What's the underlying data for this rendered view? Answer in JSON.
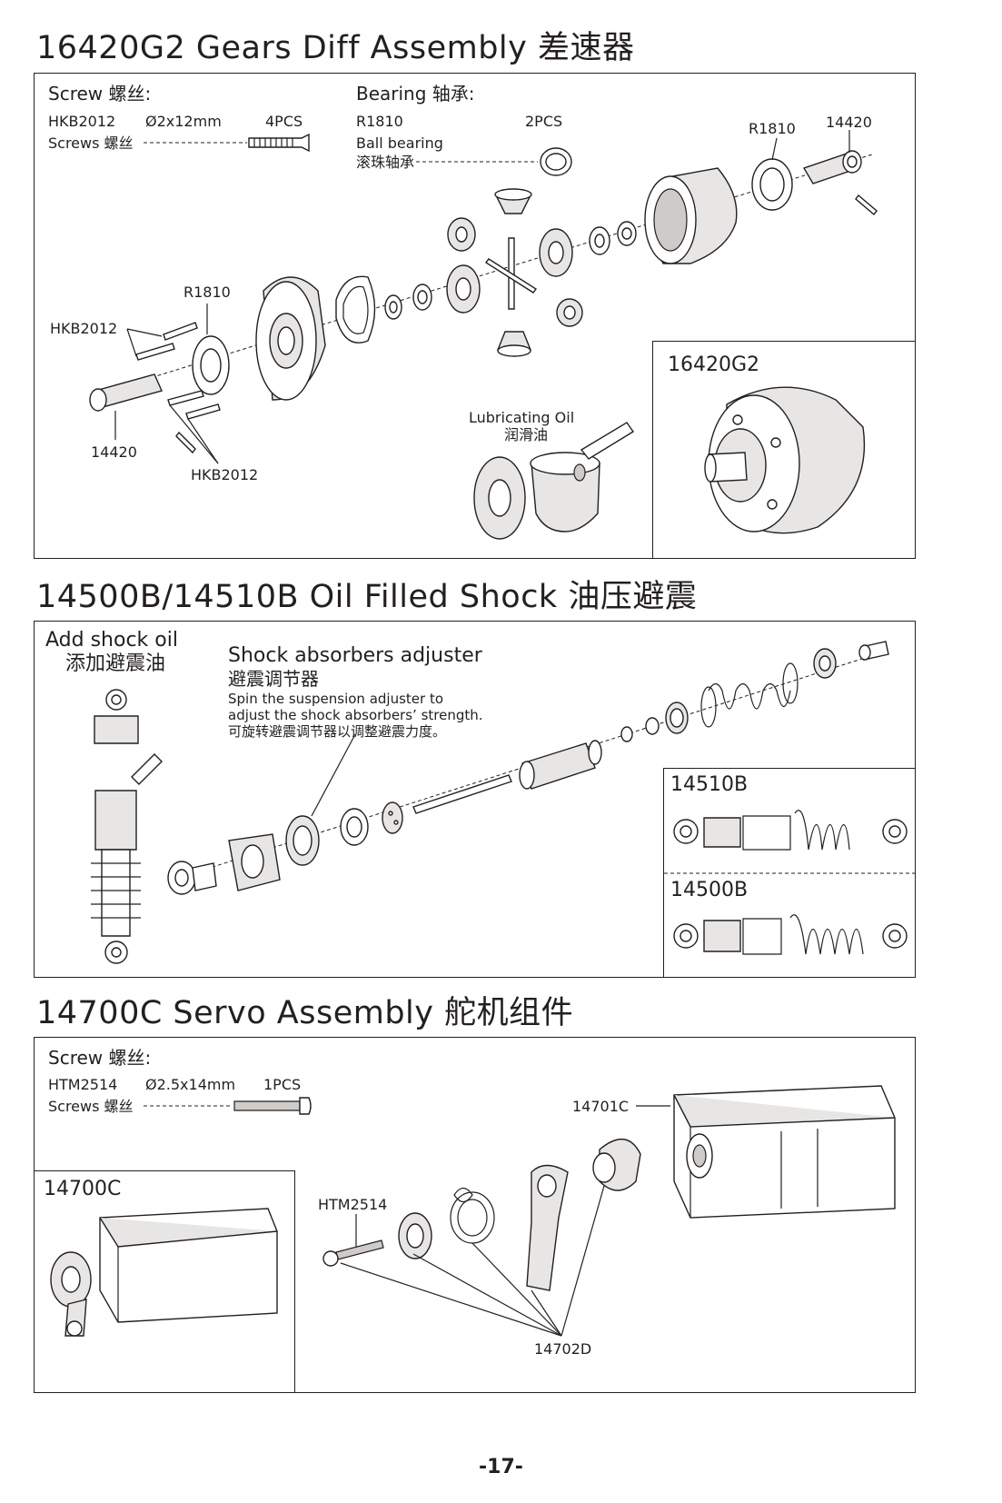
{
  "sections": {
    "diff": {
      "title": "16420G2 Gears Diff Assembly 差速器",
      "screw_header": "Screw 螺丝:",
      "screw_code": "HKB2012",
      "screw_size": "Ø2x12mm",
      "screw_qty": "4PCS",
      "screw_label": "Screws 螺丝",
      "bearing_header": "Bearing 轴承:",
      "bearing_code": "R1810",
      "bearing_qty": "2PCS",
      "bearing_label_en": "Ball bearing",
      "bearing_label_cn": "滚珠轴承",
      "callouts": {
        "r1810_top": "R1810",
        "p14420_top": "14420",
        "r1810_left": "R1810",
        "hkb_left": "HKB2012",
        "p14420_bottom": "14420",
        "hkb_bottom": "HKB2012",
        "oil_en": "Lubricating Oil",
        "oil_cn": "润滑油"
      },
      "inset_label": "16420G2"
    },
    "shock": {
      "title": "14500B/14510B Oil Filled Shock 油压避震",
      "add_oil_en": "Add shock oil",
      "add_oil_cn": "添加避震油",
      "adjuster_en": "Shock absorbers adjuster",
      "adjuster_cn": "避震调节器",
      "adjuster_desc1": "Spin the suspension adjuster to",
      "adjuster_desc2": "adjust the shock absorbers’ strength.",
      "adjuster_desc3": "可旋转避震调节器以调整避震力度。",
      "variant_a": "14510B",
      "variant_b": "14500B"
    },
    "servo": {
      "title": "14700C Servo Assembly 舵机组件",
      "screw_header": "Screw 螺丝:",
      "screw_code": "HTM2514",
      "screw_size": "Ø2.5x14mm",
      "screw_qty": "1PCS",
      "screw_label": "Screws 螺丝",
      "callout_servo": "14701C",
      "callout_screw": "HTM2514",
      "callout_saver": "14702D",
      "inset_label": "14700C"
    }
  },
  "page_number": "-17-"
}
